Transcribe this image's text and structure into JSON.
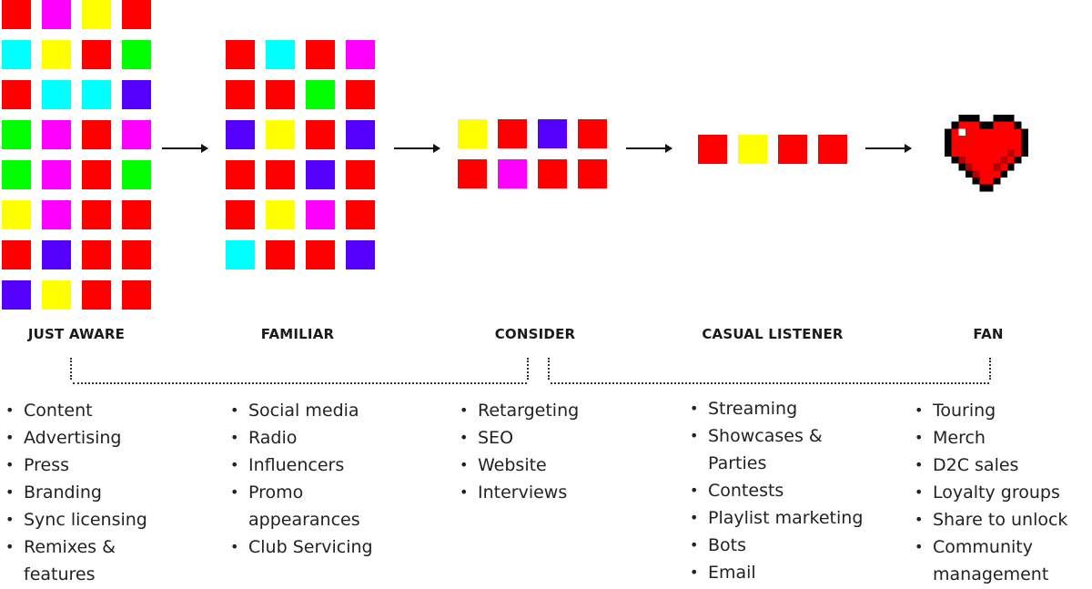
{
  "colors": {
    "R": "#ff0000",
    "Y": "#ffff00",
    "M": "#ff00ff",
    "C": "#00ffff",
    "G": "#00ff00",
    "B": "#5500ff"
  },
  "stages": [
    {
      "id": "just-aware",
      "label": "JUST AWARE",
      "grid": [
        "RMYR",
        "CYRG",
        "RCCB",
        "GMRM",
        "GMRG",
        "YMRR",
        "RBRR",
        "BYRR"
      ],
      "items": [
        {
          "text": "Content"
        },
        {
          "text": "Advertising"
        },
        {
          "text": "Press"
        },
        {
          "text": "Branding"
        },
        {
          "text": "Sync licensing"
        },
        {
          "text": "Remixes &"
        },
        {
          "text": "features",
          "cont": true
        }
      ]
    },
    {
      "id": "familiar",
      "label": "FAMILIAR",
      "grid": [
        "RCRM",
        "RRGR",
        "BYRB",
        "RRBR",
        "RYMR",
        "CRRB"
      ],
      "items": [
        {
          "text": "Social media"
        },
        {
          "text": "Radio"
        },
        {
          "text": "Influencers"
        },
        {
          "text": "Promo"
        },
        {
          "text": "appearances",
          "cont": true
        },
        {
          "text": "Club Servicing"
        }
      ]
    },
    {
      "id": "consider",
      "label": "CONSIDER",
      "grid": [
        "YRBR",
        "RMRR"
      ],
      "items": [
        {
          "text": "Retargeting"
        },
        {
          "text": "SEO"
        },
        {
          "text": "Website"
        },
        {
          "text": "Interviews"
        }
      ]
    },
    {
      "id": "casual-listener",
      "label": "CASUAL LISTENER",
      "grid": [
        "RYRR"
      ],
      "items": [
        {
          "text": "Streaming"
        },
        {
          "text": "Showcases &"
        },
        {
          "text": "Parties",
          "cont": true
        },
        {
          "text": "Contests"
        },
        {
          "text": "Playlist marketing"
        },
        {
          "text": "Bots"
        },
        {
          "text": "Email"
        }
      ]
    },
    {
      "id": "fan",
      "label": "FAN",
      "icon": "pixel-heart-icon",
      "items": [
        {
          "text": "Touring"
        },
        {
          "text": "Merch"
        },
        {
          "text": "D2C sales"
        },
        {
          "text": "Loyalty groups"
        },
        {
          "text": "Share to unlock"
        },
        {
          "text": "Community"
        },
        {
          "text": "management",
          "cont": true
        }
      ]
    }
  ]
}
